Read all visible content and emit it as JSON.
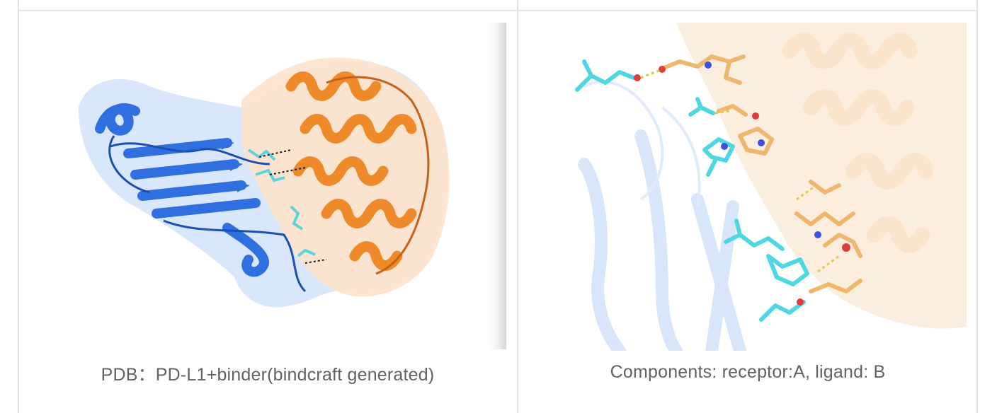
{
  "table": {
    "cells": [
      {
        "image": "protein-complex-cartoon",
        "caption": "PDB：PD-L1+binder(bindcraft generated)",
        "colors": {
          "receptor": "#2f6fe0",
          "receptor_surface": "#d6e6fb",
          "binder": "#ef8a2a",
          "binder_surface": "#fde6d0",
          "ligand_sticks": "#5ed3dc"
        }
      },
      {
        "image": "interface-closeup",
        "caption": "Components: receptor:A, ligand: B",
        "colors": {
          "receptor_faded": "#c7dcf7",
          "binder_faded": "#fbe1c6",
          "sticks_receptor": "#4fd6e3",
          "sticks_binder": "#f0b66e",
          "oxygen": "#e03b3b",
          "nitrogen": "#3b4fe0"
        }
      }
    ]
  }
}
